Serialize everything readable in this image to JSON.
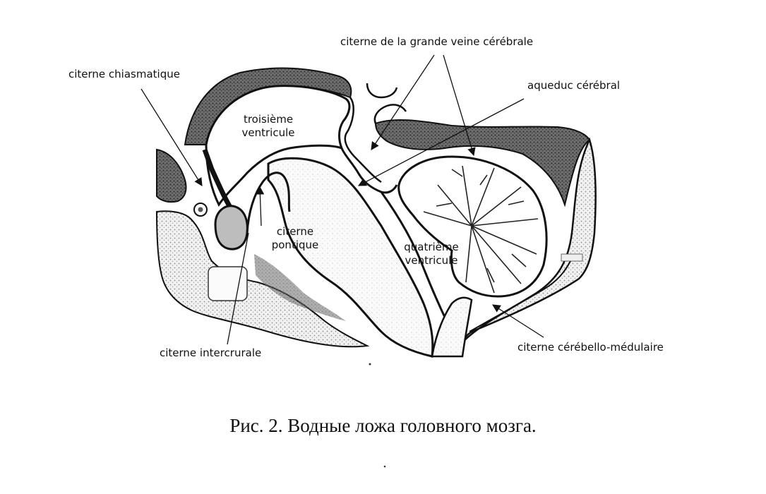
{
  "labels": {
    "chiasmatic": "citerne chiasmatique",
    "great_vein": "citerne de la grande veine cérébrale",
    "aqueduct": "aqueduc cérébral",
    "third_ventricle": "troisième ventricule",
    "pontine": "citerne pontique",
    "fourth_ventricle": "quatrième ventricule",
    "intercrural": "citerne intercrurale",
    "cerebellomedullary": "citerne cérébello-médulaire"
  },
  "caption": "Рис. 2. Водные ложа головного мозга.",
  "colors": {
    "ink": "#111111",
    "shade": "#555555",
    "paper": "#ffffff"
  }
}
